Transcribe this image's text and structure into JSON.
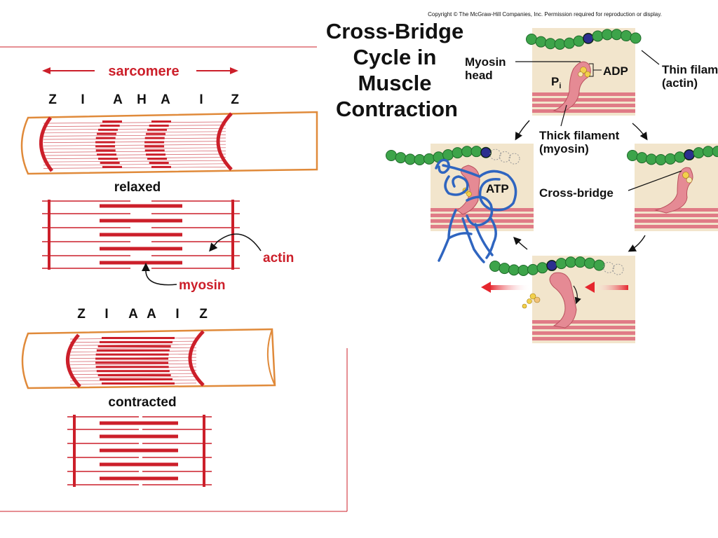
{
  "colors": {
    "red": "#cc1f2a",
    "orange": "#e08a3a",
    "bead_green": "#3da44a",
    "myosin_pink": "#e58a94",
    "panel_tan": "#f2e5cc",
    "band_pink": "#e07b86",
    "ink_blue": "#2f65c0"
  },
  "sarcomere": {
    "title": "sarcomere",
    "band_labels_relaxed": [
      "Z",
      "I",
      "A",
      "H",
      "A",
      "I",
      "Z"
    ],
    "band_labels_contracted": [
      "Z",
      "I",
      "A",
      "A",
      "I",
      "Z"
    ],
    "relaxed_label": "relaxed",
    "contracted_label": "contracted",
    "actin_label": "actin",
    "myosin_label": "myosin"
  },
  "cycle": {
    "copyright": "Copyright © The McGraw-Hill Companies, Inc. Permission required for reproduction or display.",
    "title_lines": [
      "Cross-Bridge",
      "Cycle in",
      "Muscle",
      "Contraction"
    ],
    "myosin_head_label": [
      "Myosin",
      "head"
    ],
    "adp_label": "ADP",
    "pi_label": "P",
    "pi_sub": "i",
    "thin_filament_label": [
      "Thin filament",
      "(actin)"
    ],
    "thick_filament_label": [
      "Thick filament",
      "(myosin)"
    ],
    "atp_label": "ATP",
    "cross_bridge_label": "Cross-bridge"
  }
}
